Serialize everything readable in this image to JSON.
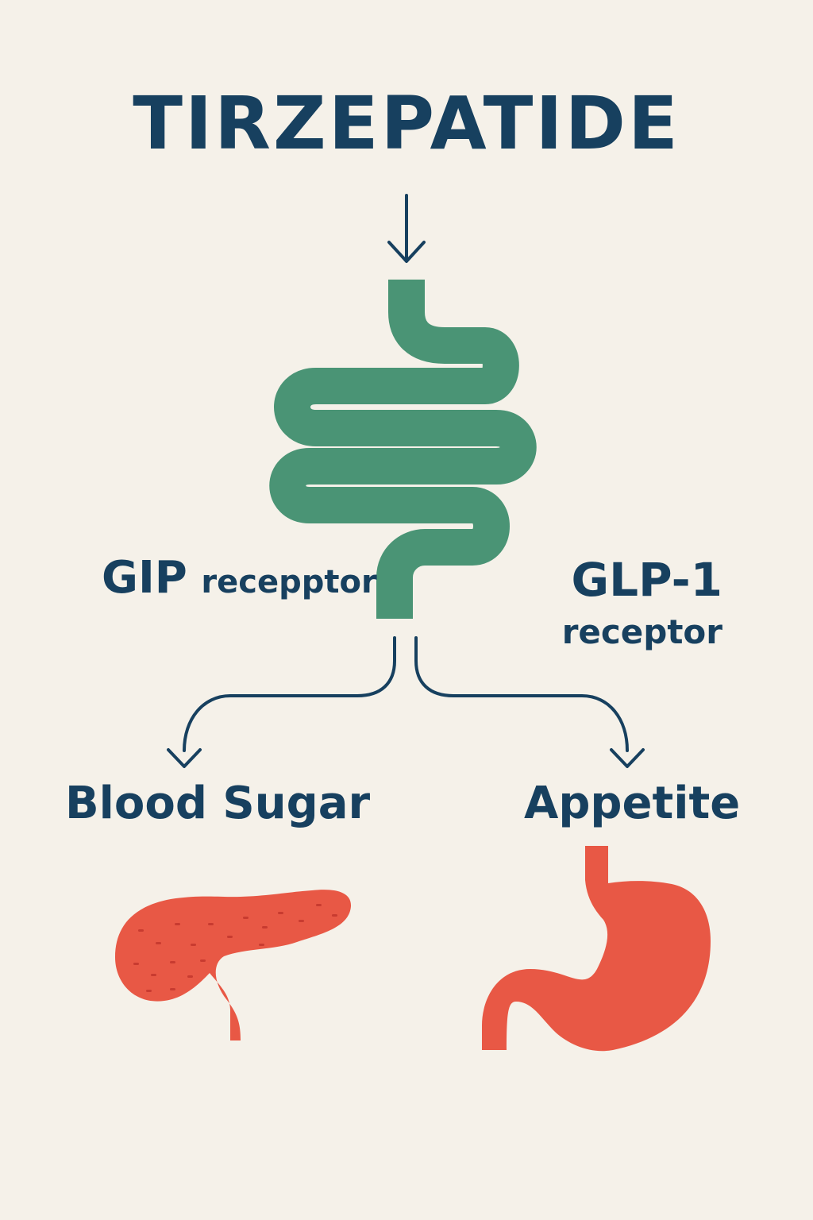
{
  "title": "TIRZEPATIDE",
  "receptors": {
    "gip": {
      "name": "GIP",
      "label": "recepptor"
    },
    "glp1": {
      "name": "GLP-1",
      "label": "receptor"
    }
  },
  "outcomes": {
    "left": "Blood Sugar",
    "right": "Appetite"
  },
  "colors": {
    "background": "#f5f1e9",
    "text": "#17405f",
    "intestine": "#4a9475",
    "organ": "#e85845"
  },
  "icons": {
    "drug_arrow": "down-arrow-icon",
    "intestine": "intestine-icon",
    "left_branch": "branch-arrow-icon",
    "right_branch": "branch-arrow-icon",
    "pancreas": "pancreas-icon",
    "stomach": "stomach-icon"
  }
}
